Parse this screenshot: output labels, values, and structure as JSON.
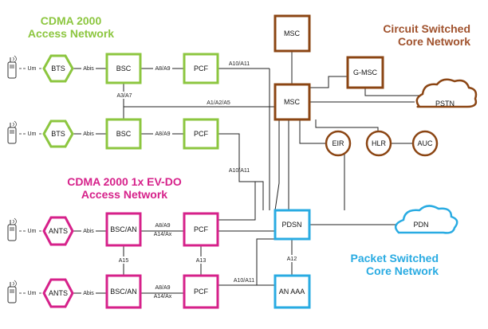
{
  "headings": {
    "cdma_access_1": "CDMA 2000",
    "cdma_access_2": "Access Network",
    "evdo_access_1": "CDMA 2000 1x EV-DO",
    "evdo_access_2": "Access Network",
    "circuit_core_1": "Circuit Switched",
    "circuit_core_2": "Core Network",
    "packet_core_1": "Packet Switched",
    "packet_core_2": "Core Network"
  },
  "colors": {
    "green": "#8cc63f",
    "magenta": "#d6218a",
    "brown": "#8b4513",
    "cyan": "#29abe2",
    "text_green": "#8cc63f",
    "text_magenta": "#d6218a",
    "text_brown": "#a0522d",
    "text_cyan": "#29abe2"
  },
  "nodes": {
    "bts1": "BTS",
    "bts2": "BTS",
    "bsc1": "BSC",
    "bsc2": "BSC",
    "pcf1": "PCF",
    "pcf2": "PCF",
    "pcf3": "PCF",
    "pcf4": "PCF",
    "msc_top": "MSC",
    "msc": "MSC",
    "gmsc": "G-MSC",
    "pstn": "PSTN",
    "eir": "EIR",
    "hlr": "HLR",
    "auc": "AUC",
    "ants1": "ANTS",
    "ants2": "ANTS",
    "bscan1": "BSC/AN",
    "bscan2": "BSC/AN",
    "pdsn": "PDSN",
    "pdn": "PDN",
    "anaaa": "AN AAA"
  },
  "links": {
    "um1": "Um",
    "um2": "Um",
    "um3": "Um",
    "um4": "Um",
    "abis1": "Abis",
    "abis2": "Abis",
    "abis3": "Abis",
    "abis4": "Abis",
    "a8a9_1": "A8/A9",
    "a8a9_2": "A8/A9",
    "a8a9_3": "A8/A9",
    "a14ax_3": "A14/Ax",
    "a8a9_4": "A8/A9",
    "a14ax_4": "A14/Ax",
    "a10a11_1": "A10/A11",
    "a10a11_2": "A10/A11",
    "a10a11_3": "A10/A11",
    "a3a7": "A3/A7",
    "a1a2a5": "A1/A2/A5",
    "a15": "A15",
    "a13": "A13",
    "a12": "A12"
  }
}
